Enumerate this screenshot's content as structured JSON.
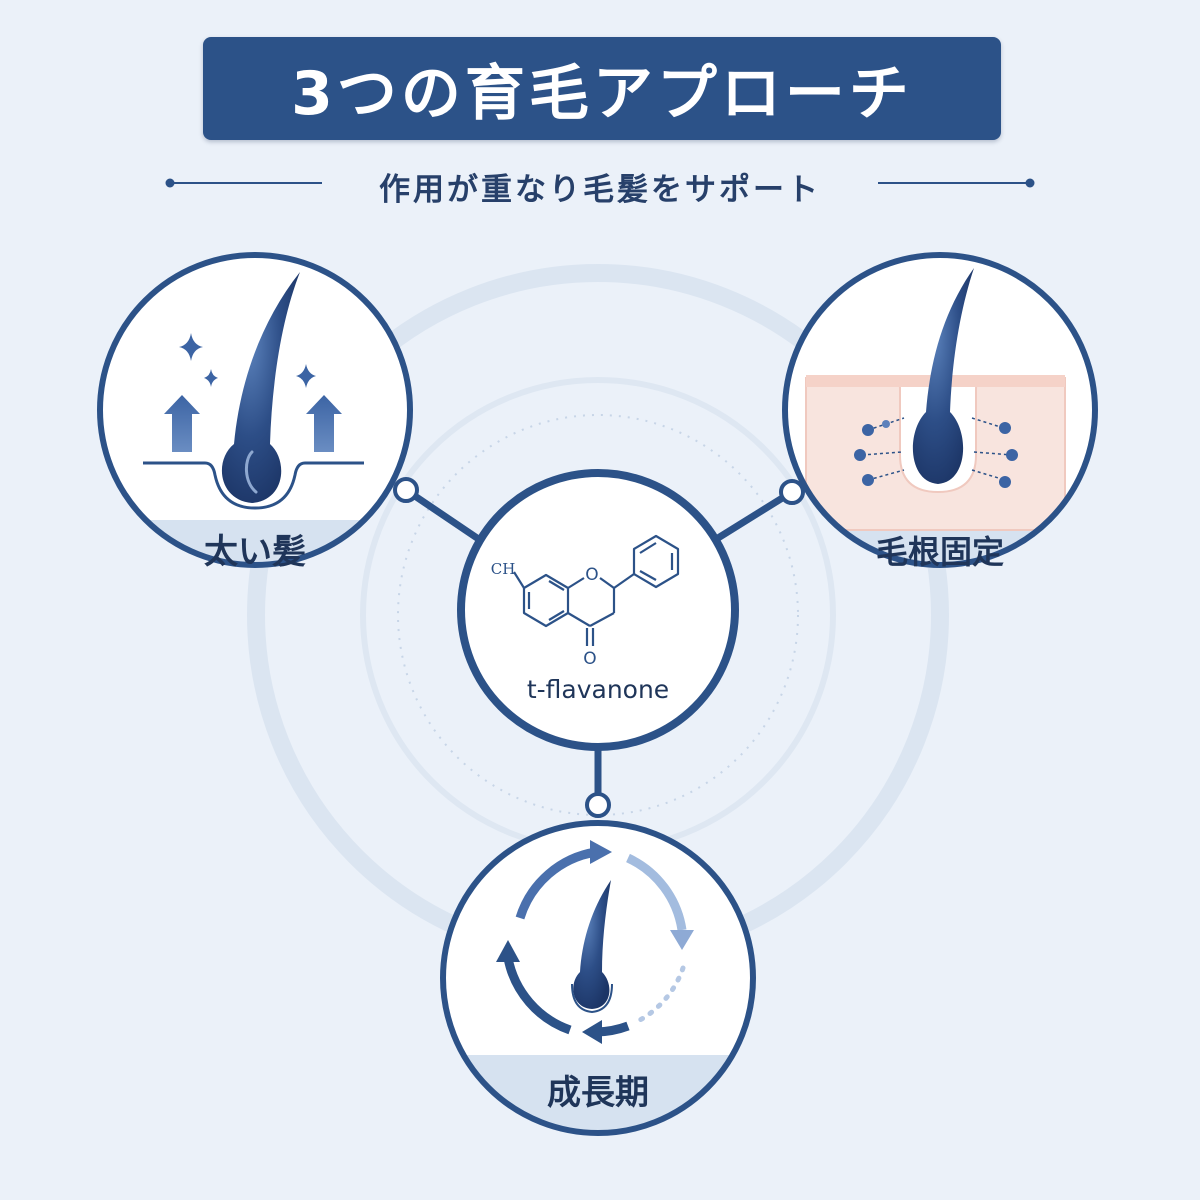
{
  "title": "3つの育毛アプローチ",
  "subtitle": "作用が重なり毛髪をサポート",
  "center": {
    "compound_name": "t-flavanone",
    "atom_ch": "CH",
    "atom_o_ring": "O",
    "atom_o_carbonyl": "O"
  },
  "nodes": {
    "thick_hair": "太い髪",
    "root_anchor": "毛根固定",
    "growth_phase": "成長期"
  },
  "colors": {
    "navy": "#2c5288",
    "background": "#ebf1f9",
    "light_band": "#d6e2f0",
    "skin": "#f8e4de"
  }
}
